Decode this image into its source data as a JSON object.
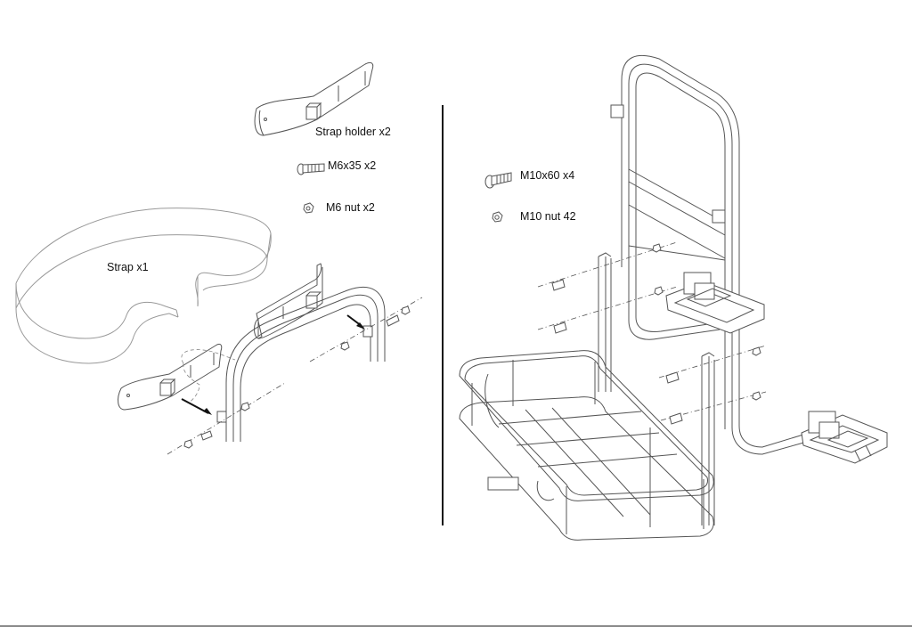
{
  "labels": {
    "strap_holder": "Strap holder x2",
    "m6x35": "M6x35 x2",
    "m6_nut": "M6 nut x2",
    "strap": "Strap x1",
    "m10x60": "M10x60 x4",
    "m10_nut": "M10 nut 42"
  }
}
